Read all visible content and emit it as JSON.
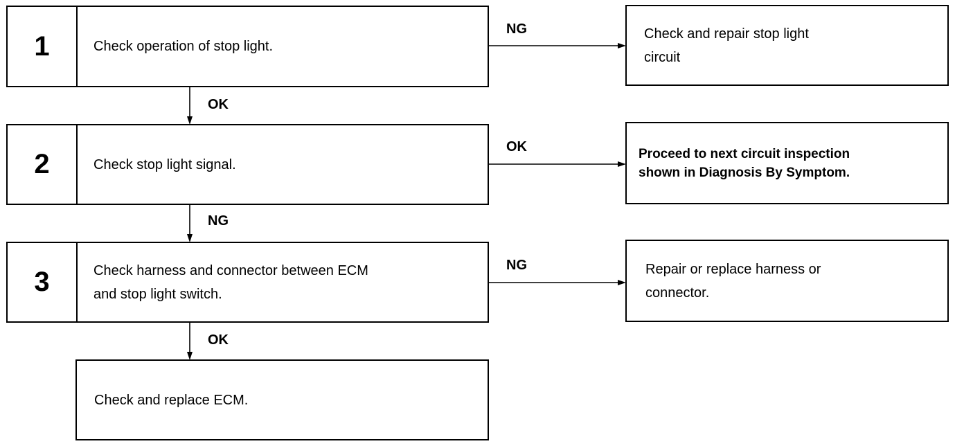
{
  "steps": [
    {
      "number": "1",
      "text": "Check operation of stop light."
    },
    {
      "number": "2",
      "text": "Check stop light signal."
    },
    {
      "number": "3",
      "text": "Check harness and connector between ECM\nand stop light switch."
    }
  ],
  "final_box": {
    "text": "Check and replace ECM."
  },
  "result_boxes": [
    {
      "text": "Check and repair stop light\ncircuit"
    },
    {
      "text": "Proceed to next circuit inspection\nshown in Diagnosis By Symptom."
    },
    {
      "text": "Repair or replace harness or\nconnector."
    }
  ],
  "connector_labels": {
    "step1_right": "NG",
    "step1_down": "OK",
    "step2_right": "OK",
    "step2_down": "NG",
    "step3_right": "NG",
    "step3_down": "OK"
  }
}
